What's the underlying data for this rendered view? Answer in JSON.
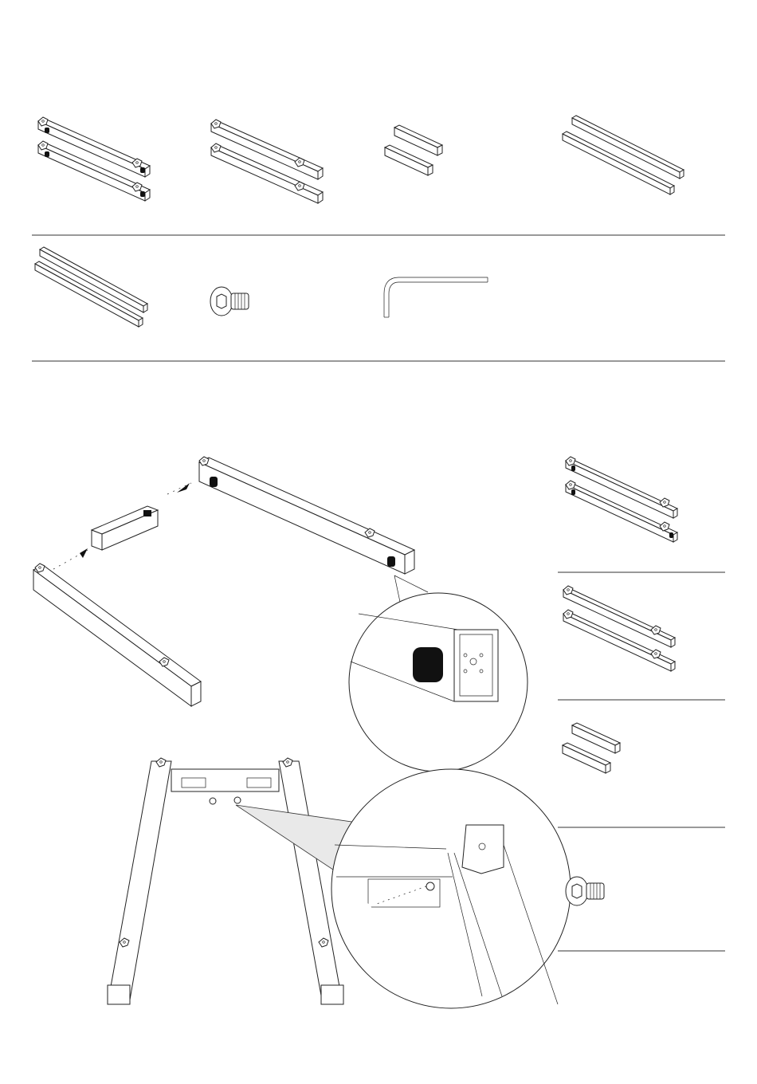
{
  "document": {
    "page": "assembly-instructions",
    "parts_list": {
      "row1": [
        "side-rails-with-brackets-a",
        "side-rails-with-brackets-b",
        "short-connectors",
        "long-rails"
      ],
      "row2": [
        "cross-bars",
        "hex-bolt",
        "allen-key"
      ]
    },
    "step": {
      "parts_sidebar": [
        "side-rails-with-brackets-a",
        "side-rails-with-brackets-b",
        "short-connectors",
        "hex-bolt"
      ]
    }
  }
}
